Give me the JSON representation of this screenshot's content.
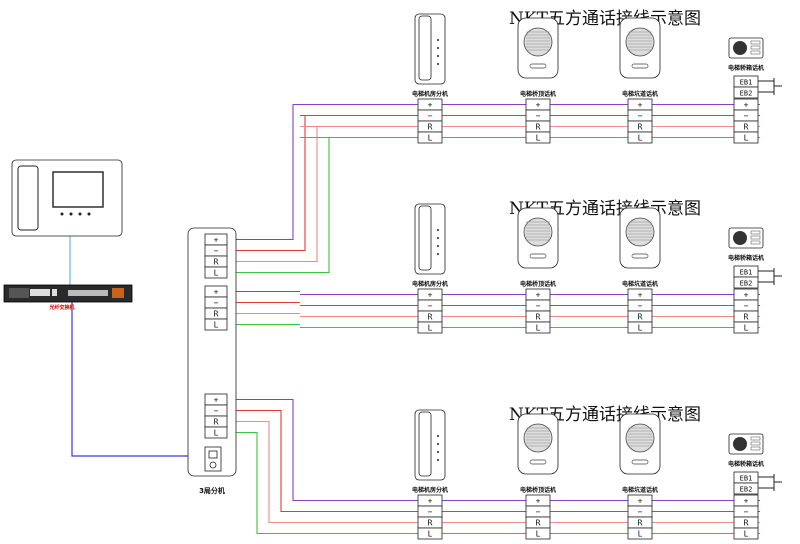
{
  "colors": {
    "plus": "#8a3fc8",
    "minus": "#e33a3a",
    "r": "#f08a8a",
    "l": "#3bc43b",
    "data_line": "#3a3ad0",
    "link_line": "#4aa8e0"
  },
  "switch_label": "光纤交换机",
  "unit_label": "3局分机",
  "terminals": [
    "+",
    "−",
    "R",
    "L"
  ],
  "eb_labels": [
    "EB1",
    "EB2"
  ],
  "groups": [
    {
      "title": "NKT五方通话接线示意图",
      "devices": [
        "电梯机房分机",
        "电梯桥顶话机",
        "电梯坑道话机",
        "电梯轿箱话机"
      ]
    },
    {
      "title": "NKT五方通话接线示意图",
      "devices": [
        "电梯机房分机",
        "电梯桥顶话机",
        "电梯坑道话机",
        "电梯轿箱话机"
      ]
    },
    {
      "title": "NKT五方通话接线示意图",
      "devices": [
        "电梯机房分机",
        "电梯桥顶话机",
        "电梯坑道话机",
        "电梯轿箱话机"
      ]
    }
  ]
}
